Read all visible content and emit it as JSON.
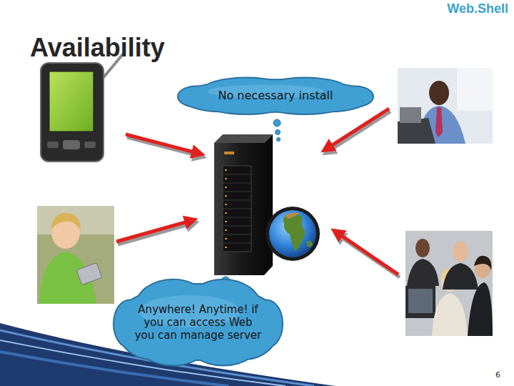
{
  "diagram": {
    "title": "Availability",
    "nodes": [
      {
        "text": [
          "No necessary install"
        ]
      },
      {
        "text": [
          "Anywhere! Anytime! if you can access Web you can manage server"
        ]
      }
    ],
    "labels": [
      "Web.Shell",
      "6"
    ]
  }
}
